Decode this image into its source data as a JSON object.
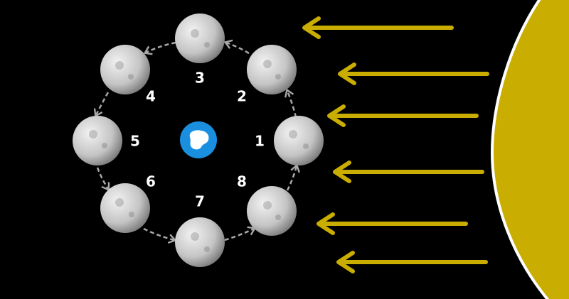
{
  "colors": {
    "background": "#000000",
    "sun": "#c9ad00",
    "sun_outline": "#ffffff",
    "sunlight_arrow": "#c9ad00",
    "orbit_arrow": "#a8a8a8",
    "earth_ocean": "#1a8fe0",
    "earth_land": "#ffffff",
    "moon_light": "#e2e2e2",
    "moon_dark": "#5a5a5a"
  },
  "earth": {
    "icon": "earth-icon"
  },
  "sun": {
    "icon": "sun-icon"
  },
  "moon_phases": [
    {
      "label": "1",
      "icon": "moon-icon"
    },
    {
      "label": "2",
      "icon": "moon-icon"
    },
    {
      "label": "3",
      "icon": "moon-icon"
    },
    {
      "label": "4",
      "icon": "moon-icon"
    },
    {
      "label": "5",
      "icon": "moon-icon"
    },
    {
      "label": "6",
      "icon": "moon-icon"
    },
    {
      "label": "7",
      "icon": "moon-icon"
    },
    {
      "label": "8",
      "icon": "moon-icon"
    }
  ],
  "sunlight_arrow_count": 6,
  "orbit_direction": "counter-clockwise"
}
